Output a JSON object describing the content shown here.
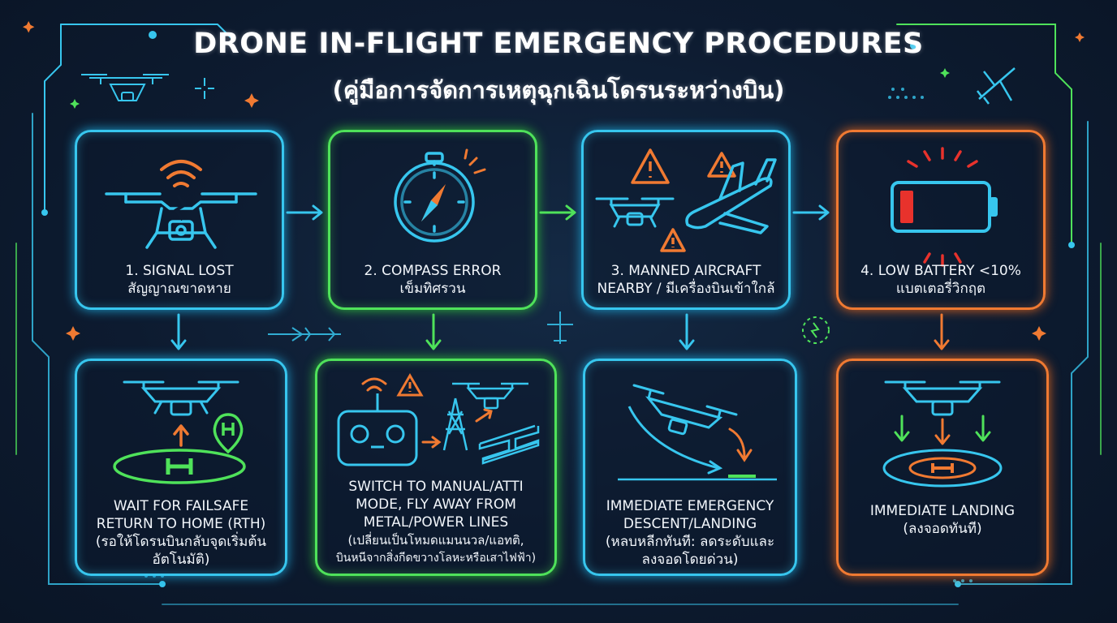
{
  "title": "DRONE IN-FLIGHT EMERGENCY PROCEDURES",
  "subtitle": "(คู่มือการจัดการเหตุฉุกเฉินโดรนระหว่างบิน)",
  "problems": [
    {
      "en": "1. SIGNAL LOST",
      "th": "สัญญาณขาดหาย",
      "color": "#37c6ee"
    },
    {
      "en": "2. COMPASS ERROR",
      "th": "เข็มทิศรวน",
      "color": "#4fe25a"
    },
    {
      "en": "3. MANNED AIRCRAFT",
      "th": "NEARBY / มีเครื่องบินเข้าใกล้",
      "color": "#37c6ee"
    },
    {
      "en": "4. LOW BATTERY <10%",
      "th": "แบตเตอรี่วิกฤต",
      "color": "#f07a32"
    }
  ],
  "actions": [
    {
      "lines": [
        "WAIT FOR FAILSAFE",
        "RETURN TO HOME (RTH)",
        "(รอให้โดรนบินกลับจุดเริ่มต้น",
        "อัตโนมัติ)"
      ],
      "color": "#37c6ee"
    },
    {
      "lines": [
        "SWITCH TO MANUAL/ATTI",
        "MODE, FLY AWAY FROM",
        "METAL/POWER LINES",
        "(เปลี่ยนเป็นโหมดแมนนวล/แอทติ,",
        "บินหนีจากสิ่งกีดขวางโลหะหรือเสาไฟฟ้า)"
      ],
      "color": "#4fe25a"
    },
    {
      "lines": [
        "IMMEDIATE EMERGENCY",
        "DESCENT/LANDING",
        "(หลบหลีกทันที: ลดระดับและ",
        "ลงจอดโดยด่วน)"
      ],
      "color": "#37c6ee"
    },
    {
      "lines": [
        "IMMEDIATE LANDING",
        "(ลงจอดทันที)"
      ],
      "color": "#f07a32"
    }
  ],
  "icons": {
    "card1": [
      "wifi-signal-icon",
      "broken-drone-icon"
    ],
    "card2": [
      "compass-icon"
    ],
    "card3": [
      "warning-icon",
      "drone-icon",
      "airplane-icon"
    ],
    "card4": [
      "low-battery-icon"
    ],
    "action1": [
      "drone-icon",
      "helipad-icon",
      "home-pin-icon"
    ],
    "action2": [
      "remote-controller-icon",
      "power-tower-icon",
      "steel-beam-icon",
      "drone-icon"
    ],
    "action3": [
      "descending-drone-icon"
    ],
    "action4": [
      "drone-icon",
      "helipad-icon"
    ]
  },
  "colors": {
    "cyan": "#37c6ee",
    "green": "#4fe25a",
    "orange": "#f07a32",
    "red": "#e8322c",
    "background": "#0d1b30"
  }
}
